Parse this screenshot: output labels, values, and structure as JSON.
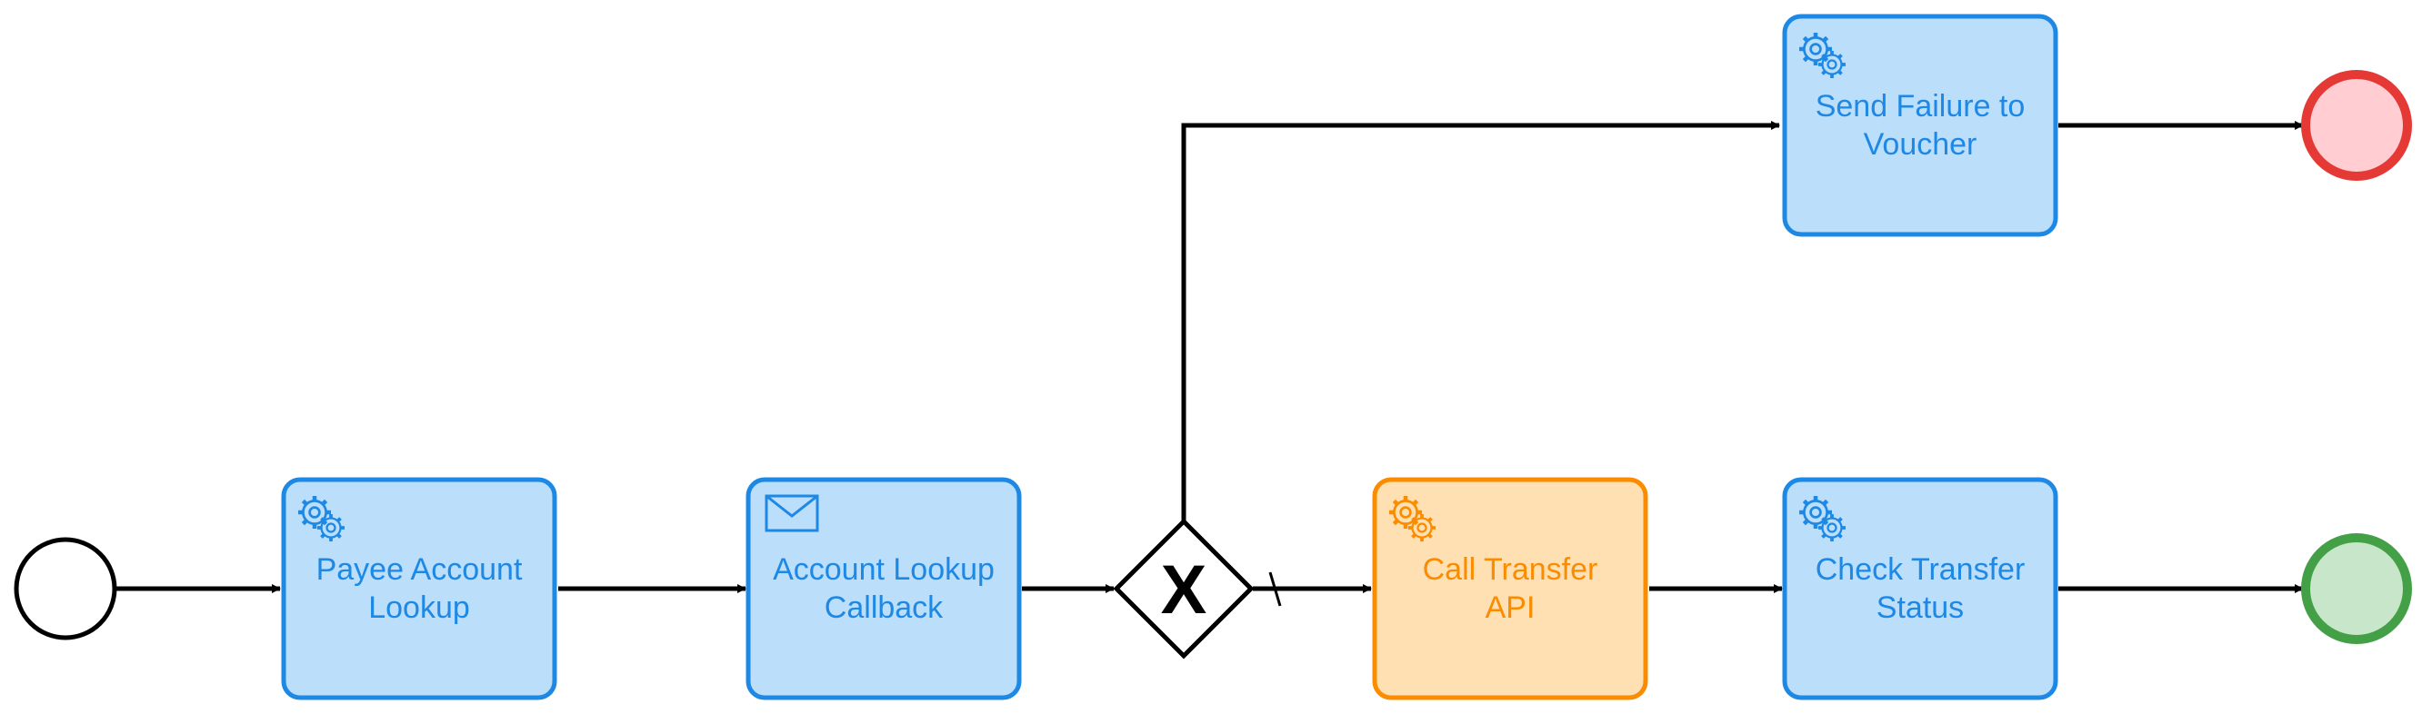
{
  "colors": {
    "line": "#000000",
    "task_fill": "#bbdefb",
    "task_stroke": "#1e88e5",
    "task_text": "#1e88e5",
    "active_fill": "#ffe0b2",
    "active_stroke": "#fb8c00",
    "active_text": "#fb8c00",
    "end_fail_fill": "#ffcdd2",
    "end_fail_stroke": "#e53935",
    "end_ok_fill": "#c8e6c9",
    "end_ok_stroke": "#43a047"
  },
  "tasks": [
    {
      "id": "payee-account-lookup",
      "lines": [
        "Payee Account",
        "Lookup"
      ],
      "icon": "gear-icon",
      "state": "normal"
    },
    {
      "id": "account-lookup-callback",
      "lines": [
        "Account Lookup",
        "Callback"
      ],
      "icon": "envelope-icon",
      "state": "normal"
    },
    {
      "id": "call-transfer-api",
      "lines": [
        "Call Transfer",
        "API"
      ],
      "icon": "gear-icon",
      "state": "active"
    },
    {
      "id": "check-transfer-status",
      "lines": [
        "Check Transfer",
        "Status"
      ],
      "icon": "gear-icon",
      "state": "normal"
    },
    {
      "id": "send-failure-to-voucher",
      "lines": [
        "Send Failure to",
        "Voucher"
      ],
      "icon": "gear-icon",
      "state": "normal"
    }
  ],
  "gateway": {
    "type": "exclusive",
    "marker": "X"
  },
  "events": {
    "start": {
      "type": "start"
    },
    "end_failure": {
      "type": "end",
      "status": "error"
    },
    "end_success": {
      "type": "end",
      "status": "success"
    }
  },
  "flows": [
    {
      "from": "start",
      "to": "payee-account-lookup"
    },
    {
      "from": "payee-account-lookup",
      "to": "account-lookup-callback"
    },
    {
      "from": "account-lookup-callback",
      "to": "gateway"
    },
    {
      "from": "gateway",
      "to": "send-failure-to-voucher"
    },
    {
      "from": "gateway",
      "to": "call-transfer-api",
      "default": true
    },
    {
      "from": "call-transfer-api",
      "to": "check-transfer-status"
    },
    {
      "from": "check-transfer-status",
      "to": "end-success"
    },
    {
      "from": "send-failure-to-voucher",
      "to": "end-failure"
    }
  ]
}
